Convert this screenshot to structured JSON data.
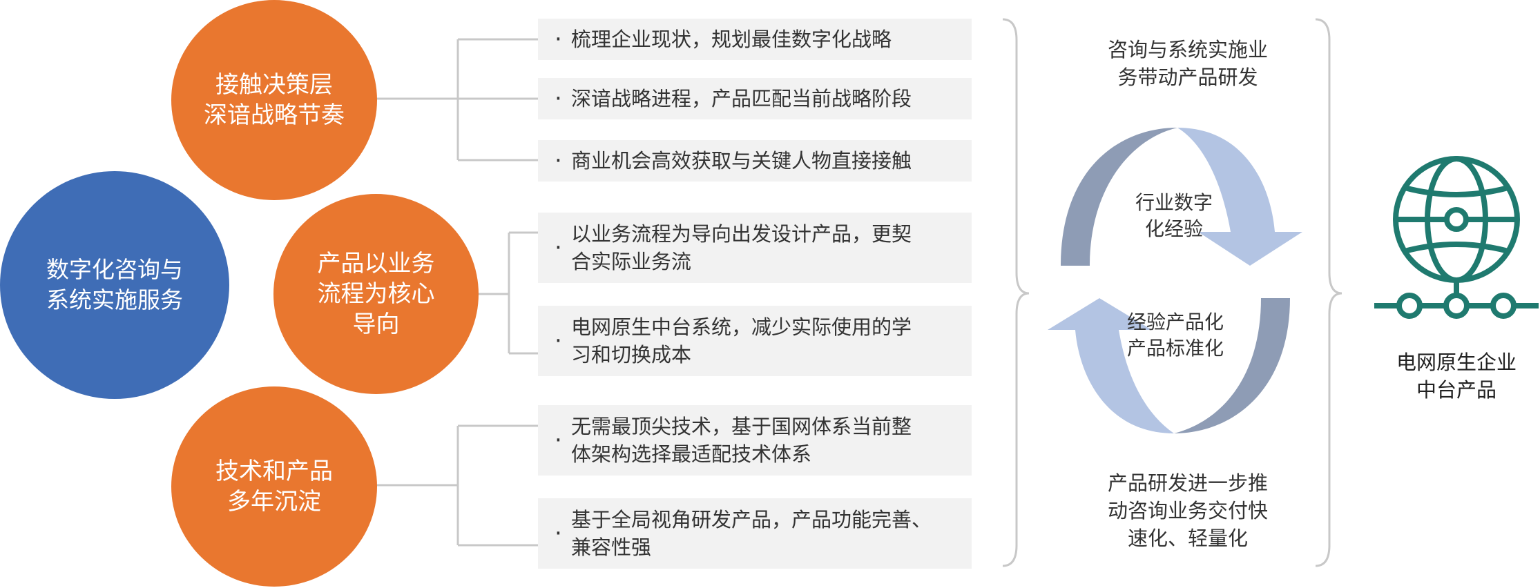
{
  "center": {
    "label": "数字化咨询与\n系统实施服务"
  },
  "pillars": [
    {
      "label": "接触决策层\n深谙战略节奏",
      "bullets": [
        "梳理企业现状，规划最佳数字化战略",
        "深谙战略进程，产品匹配当前战略阶段",
        "商业机会高效获取与关键人物直接接触"
      ]
    },
    {
      "label": "产品以业务\n流程为核心\n导向",
      "bullets": [
        "以业务流程为导向出发设计产品，更契\n合实际业务流",
        "电网原生中台系统，减少实际使用的学\n习和切换成本"
      ]
    },
    {
      "label": "技术和产品\n多年沉淀",
      "bullets": [
        "无需最顶尖技术，基于国网体系当前整\n体架构选择最适配技术体系",
        "基于全局视角研发产品，产品功能完善、\n兼容性强"
      ]
    }
  ],
  "cycle": {
    "top_text": "咨询与系统实施业\n务带动产品研发",
    "arrow_top_label": "行业数字\n化经验",
    "arrow_bottom_label": "经验产品化\n产品标准化",
    "bottom_text": "产品研发进一步推\n动咨询业务交付快\n速化、轻量化"
  },
  "result": {
    "label": "电网原生企业\n中台产品",
    "icon": "globe-network-icon"
  },
  "colors": {
    "blue": "#3f6db6",
    "orange": "#e9772f",
    "teal": "#1f7a6f",
    "arrow_dark": "#8e9cb5",
    "arrow_light": "#b3c4e3"
  }
}
